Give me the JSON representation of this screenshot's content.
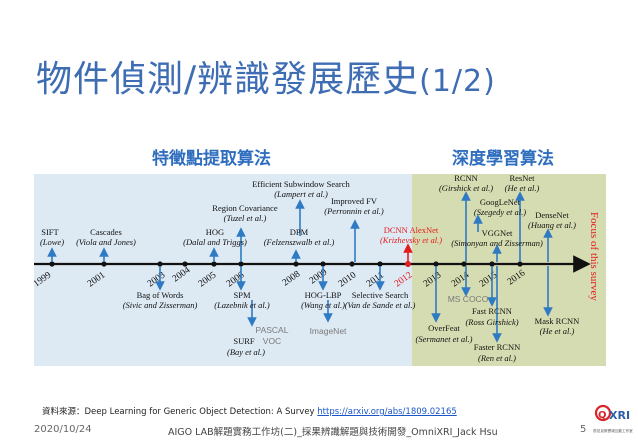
{
  "slide": {
    "title": "物件偵測/辨識發展歷史",
    "title_suffix": "(1/2)",
    "left_section": "特徵點提取算法",
    "right_section": "深度學習算法"
  },
  "colors": {
    "title": "#3e6db3",
    "left_band": "#dde9f3",
    "right_band": "#d6dcb1",
    "arrow": "#2e7bc4",
    "highlight": "#e31b1b",
    "gray_label": "#7a7a7a"
  },
  "timeline": {
    "years": [
      "1999",
      "2001",
      "2003",
      "2004",
      "2005",
      "2006",
      "2008",
      "2009",
      "2010",
      "2011",
      "2012",
      "2013",
      "2014",
      "2015",
      "2016"
    ],
    "highlight_year": "2012",
    "focus_label": "Focus of this survey",
    "above": [
      {
        "line1": "SIFT",
        "line2": "(Lowe)"
      },
      {
        "line1": "Cascades",
        "line2": "(Viola and Jones)"
      },
      {
        "line1": "HOG",
        "line2": "(Dalal and Triggs)"
      },
      {
        "line1": "Region Covariance",
        "line2": "(Tuzel et al.)"
      },
      {
        "line1": "DPM",
        "line2": "(Felzenszwalb et al.)"
      },
      {
        "line1": "Efficient Subwindow Search",
        "line2": "(Lampert et al.)"
      },
      {
        "line1": "Improved FV",
        "line2": "(Perronnin et al.)"
      },
      {
        "line1": "DCNN AlexNet",
        "line2": "(Krizhevsky et al.)"
      },
      {
        "line1": "RCNN",
        "line2": "(Girshick et al.)"
      },
      {
        "line1": "VGGNet",
        "line2": "(Simonyan and Zisserman)"
      },
      {
        "line1": "GoogLeNet",
        "line2": "(Szegedy et al.)"
      },
      {
        "line1": "ResNet",
        "line2": "(He et al.)"
      },
      {
        "line1": "DenseNet",
        "line2": "(Huang et al.)"
      }
    ],
    "below": [
      {
        "line1": "Bag of Words",
        "line2": "(Sivic and Zisserman)"
      },
      {
        "line1": "SPM",
        "line2": "(Lazebnik et al.)"
      },
      {
        "line1": "SURF",
        "line2": "(Bay et al.)"
      },
      {
        "line1": "HOG-LBP",
        "line2": "(Wang et al.)"
      },
      {
        "line1": "Selective Search",
        "line2": "(Van de Sande et al.)"
      },
      {
        "line1": "OverFeat",
        "line2": "(Sermanet et al.)"
      },
      {
        "line1": "Fast RCNN",
        "line2": "(Ross Girshick)"
      },
      {
        "line1": "Faster RCNN",
        "line2": "(Ren et al.)"
      },
      {
        "line1": "Mask RCNN",
        "line2": "(He et al.)"
      }
    ],
    "gray": [
      "PASCAL",
      "VOC",
      "ImageNet",
      "MS COCO"
    ]
  },
  "footer": {
    "source_prefix": "資料來源：Deep Learning for Generic Object Detection: A Survey ",
    "source_link": "https://arxiv.org/abs/1809.02165",
    "date": "2020/10/24",
    "middle": "AIGO LAB解題實務工作坊(二)_採果辨識解題與技術開發_OmniXRI_Jack Hsu",
    "page": "5"
  },
  "logo": {
    "text": "XRI",
    "caption": "歐尼克斯實境互動工作室"
  }
}
